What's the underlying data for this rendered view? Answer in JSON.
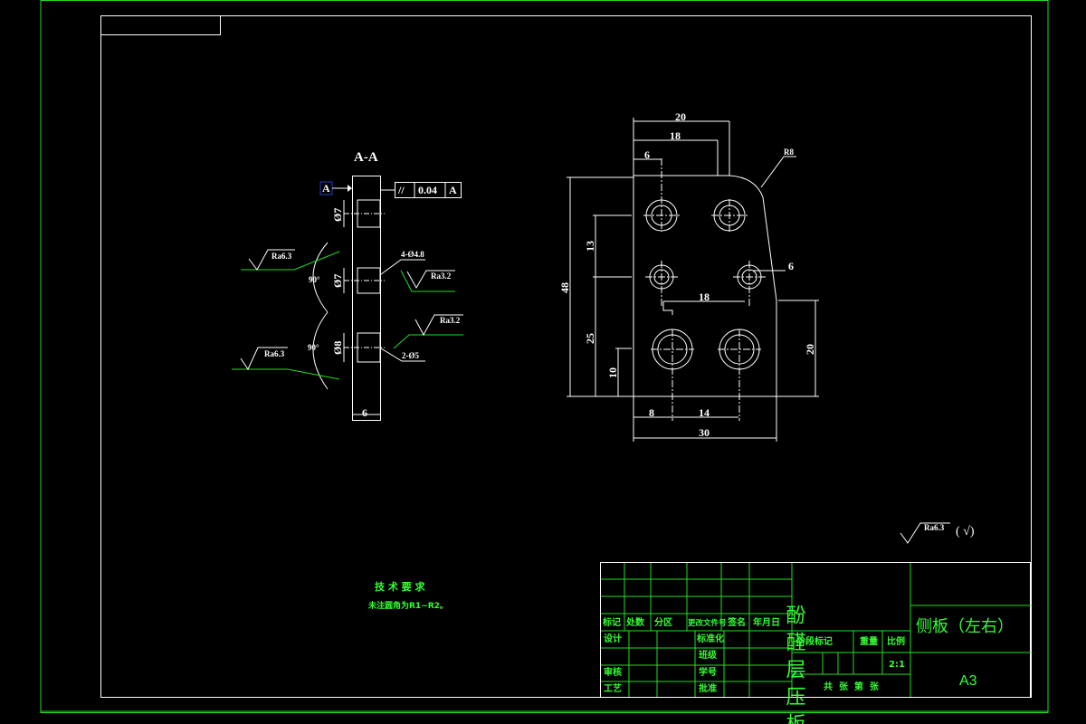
{
  "colors": {
    "background": "#000000",
    "geometry": "#ffffff",
    "annotation": "#22dd22",
    "datum_box": "#1a2a8a"
  },
  "section_view": {
    "title": "A-A",
    "datum": "A",
    "tolerance": {
      "symbol": "//",
      "value": "0.04",
      "datum": "A"
    },
    "dia_top": "Ø7",
    "dia_mid": "Ø7",
    "dia_bottom": "Ø8",
    "holes_note": "4-Ø4.8",
    "holes_note2": "2-Ø5",
    "ra_right_1": "Ra3.2",
    "ra_right_2": "Ra3.2",
    "ra_left_1": "Ra6.3",
    "ra_left_2": "Ra6.3",
    "angle_1": "90°",
    "angle_2": "90°",
    "thickness": "6"
  },
  "front_view": {
    "dim_top_20": "20",
    "dim_top_18": "18",
    "dim_top_6": "6",
    "radius": "R8",
    "dim_48": "48",
    "dim_13": "13",
    "dim_25": "25",
    "dim_10": "10",
    "dim_right_6": "6",
    "dim_mid_18": "18",
    "dim_right_20": "20",
    "dim_8": "8",
    "dim_14": "14",
    "dim_30": "30"
  },
  "general_roughness": {
    "value": "Ra6.3",
    "other": "( √)"
  },
  "tech_requirements": {
    "title": "技 术 要 求",
    "note": "未注圆角为R1~R2。"
  },
  "title_block": {
    "headers": [
      "标记",
      "处数",
      "分区",
      "更改文件号",
      "签名",
      "年月日"
    ],
    "design": "设计",
    "standardization": "标准化",
    "class": "班级",
    "review": "审核",
    "student_id": "学号",
    "process": "工艺",
    "approve": "批准",
    "stage_mark": "阶段标记",
    "weight": "重量",
    "scale_label": "比例",
    "scale": "2:1",
    "sheets": "共  张  第  张",
    "material": "酚醛层压板",
    "part_name": "侧板（左右）",
    "paper_size": "A3"
  }
}
